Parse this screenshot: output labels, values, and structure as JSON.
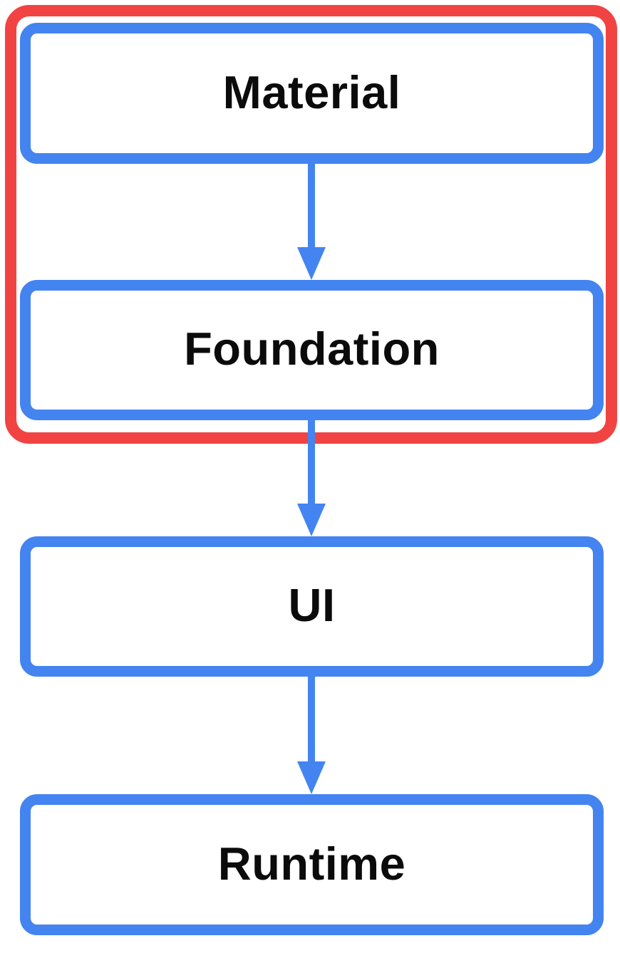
{
  "colors": {
    "box_border": "#4484F0",
    "highlight_group": "#F24343",
    "arrow": "#4484F0",
    "text": "#0b0b0b",
    "background": "#ffffff"
  },
  "diagram": {
    "type": "flowchart",
    "direction": "top-down",
    "nodes": [
      {
        "id": "material",
        "label": "Material",
        "in_highlight_group": true
      },
      {
        "id": "foundation",
        "label": "Foundation",
        "in_highlight_group": true
      },
      {
        "id": "ui",
        "label": "UI",
        "in_highlight_group": false
      },
      {
        "id": "runtime",
        "label": "Runtime",
        "in_highlight_group": false
      }
    ],
    "edges": [
      {
        "from": "material",
        "to": "foundation"
      },
      {
        "from": "foundation",
        "to": "ui"
      },
      {
        "from": "ui",
        "to": "runtime"
      }
    ],
    "highlight_group": {
      "members": [
        "material",
        "foundation"
      ],
      "style": "red-rounded-outline"
    }
  }
}
